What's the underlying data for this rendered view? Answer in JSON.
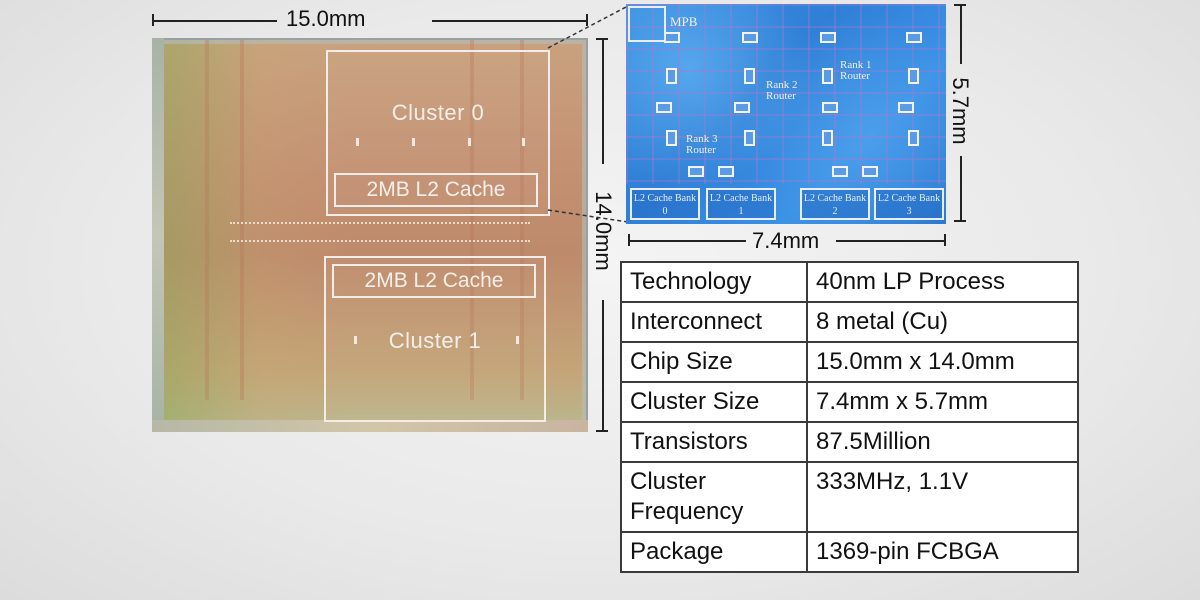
{
  "die": {
    "width_label": "15.0mm",
    "height_label": "14.0mm",
    "cluster0_label": "Cluster  0",
    "cluster1_label": "Cluster  1",
    "l2_top_label": "2MB L2 Cache",
    "l2_bottom_label": "2MB L2 Cache"
  },
  "cluster_zoom": {
    "width_label": "7.4mm",
    "height_label": "5.7mm",
    "mpb_label": "MPB",
    "rank_notes": [
      "Rank 1 Router",
      "Rank 2 Router",
      "Rank 3 Router"
    ],
    "banks": [
      "L2 Cache Bank 0",
      "L2 Cache Bank 1",
      "L2 Cache Bank 2",
      "L2 Cache Bank 3"
    ]
  },
  "spec_table": {
    "rows": [
      {
        "key": "Technology",
        "value": "40nm LP Process"
      },
      {
        "key": "Interconnect",
        "value": "8 metal (Cu)"
      },
      {
        "key": "Chip Size",
        "value": "15.0mm x 14.0mm"
      },
      {
        "key": "Cluster Size",
        "value": "7.4mm x 5.7mm"
      },
      {
        "key": "Transistors",
        "value": "87.5Million"
      },
      {
        "key": "Cluster Frequency",
        "value": "333MHz, 1.1V"
      },
      {
        "key": "Package",
        "value": "1369-pin FCBGA"
      }
    ]
  }
}
